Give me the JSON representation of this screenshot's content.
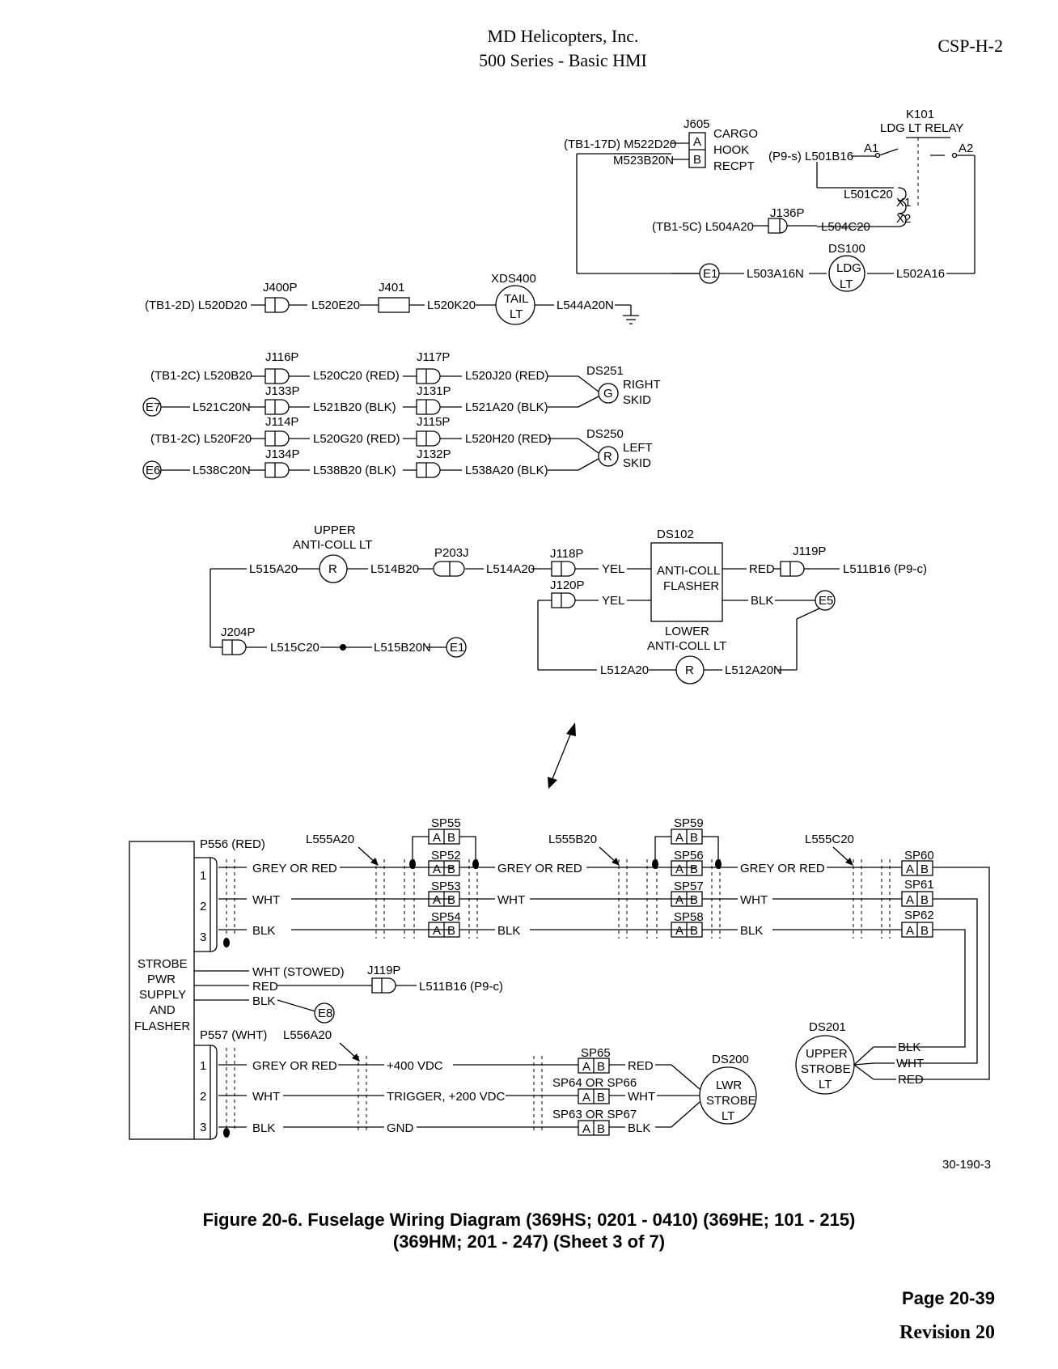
{
  "header": {
    "company": "MD Helicopters, Inc.",
    "series": "500 Series - Basic HMI",
    "doc_id": "CSP-H-2"
  },
  "figure": {
    "caption_line1": "Figure  20-6.  Fuselage Wiring Diagram (369HS; 0201 - 0410) (369HE; 101 - 215)",
    "caption_line2": "(369HM; 201 - 247) (Sheet 3 of 7)",
    "drawing_number": "30-190-3"
  },
  "footer": {
    "page": "Page  20-39",
    "revision": "Revision 20"
  },
  "landing_light": {
    "j605": "J605",
    "cargo": "CARGO",
    "hook": "HOOK",
    "recpt": "RECPT",
    "pin_a": "A",
    "pin_b": "B",
    "tb1_17d": "(TB1-17D) M522D20",
    "m523": "M523B20N",
    "k101": "K101",
    "relay": "LDG LT RELAY",
    "a1": "A1",
    "a2": "A2",
    "p9s": "(P9-s) L501B16",
    "l501c20": "L501C20",
    "x1": "X1",
    "x2": "X2",
    "j136p": "J136P",
    "tb1_5c": "(TB1-5C) L504A20",
    "l504c20": "L504C20",
    "ds100": "DS100",
    "ldg": "LDG",
    "lt": "LT",
    "e1": "E1",
    "l503a16n": "L503A16N",
    "l502a16": "L502A16"
  },
  "tail_light": {
    "j400p": "J400P",
    "j401": "J401",
    "xds400": "XDS400",
    "tb1_2d": "(TB1-2D) L520D20",
    "l520e20": "L520E20",
    "l520k20": "L520K20",
    "tail": "TAIL",
    "lt": "LT",
    "l544a20n": "L544A20N"
  },
  "skid_lights": {
    "j116p": "J116P",
    "j117p": "J117P",
    "j133p": "J133P",
    "j131p": "J131P",
    "j114p": "J114P",
    "j115p": "J115P",
    "j134p": "J134P",
    "j132p": "J132P",
    "tb1_2c_a": "(TB1-2C) L520B20",
    "l520c20": "L520C20 (RED)",
    "l520j20": "L520J20 (RED)",
    "e7": "E7",
    "l521c20n": "L521C20N",
    "l521b20": "L521B20 (BLK)",
    "l521a20": "L521A20 (BLK)",
    "tb1_2c_b": "(TB1-2C) L520F20",
    "l520g20": "L520G20 (RED)",
    "l520h20": "L520H20 (RED)",
    "e6": "E6",
    "l538c20n": "L538C20N",
    "l538b20": "L538B20 (BLK)",
    "l538a20": "L538A20 (BLK)",
    "ds251": "DS251",
    "g": "G",
    "right": "RIGHT",
    "skid_r": "SKID",
    "ds250": "DS250",
    "r": "R",
    "left": "LEFT",
    "skid_l": "SKID"
  },
  "anticoll": {
    "upper": "UPPER",
    "upper2": "ANTI-COLL LT",
    "r_upper": "R",
    "l515a20": "L515A20",
    "l514b20": "L514B20",
    "p203j": "P203J",
    "l514a20": "L514A20",
    "j118p": "J118P",
    "j120p": "J120P",
    "yel1": "YEL",
    "yel2": "YEL",
    "ds102": "DS102",
    "flasher1": "ANTI-COLL",
    "flasher2": "FLASHER",
    "red": "RED",
    "blk": "BLK",
    "j119p": "J119P",
    "l511b16": "L511B16 (P9-c)",
    "e5": "E5",
    "lower1": "LOWER",
    "lower2": "ANTI-COLL LT",
    "j204p": "J204P",
    "l515c20": "L515C20",
    "l515b20n": "L515B20N",
    "e1": "E1",
    "l512a20": "L512A20",
    "r_lower": "R",
    "l512a20n": "L512A20N"
  },
  "strobe": {
    "p556": "P556 (RED)",
    "l555a20": "L555A20",
    "l555b20": "L555B20",
    "l555c20": "L555C20",
    "pin1": "1",
    "pin2": "2",
    "pin3": "3",
    "grey_red_a": "GREY OR RED",
    "grey_red_b": "GREY OR  RED",
    "grey_red_c": "GREY OR RED",
    "wht_a": "WHT",
    "wht_b": "WHT",
    "wht_c": "WHT",
    "blk_a": "BLK",
    "blk_b": "BLK",
    "blk_c": "BLK",
    "sp55": "SP55",
    "sp52": "SP52",
    "sp53": "SP53",
    "sp54": "SP54",
    "sp59": "SP59",
    "sp56": "SP56",
    "sp57": "SP57",
    "sp58": "SP58",
    "sp60": "SP60",
    "sp61": "SP61",
    "sp62": "SP62",
    "pin_a": "A",
    "pin_b": "B",
    "supply1": "STROBE",
    "supply2": "PWR",
    "supply3": "SUPPLY",
    "supply4": "AND",
    "supply5": "FLASHER",
    "wht_stowed": "WHT (STOWED)",
    "red": "RED",
    "blk": "BLK",
    "e8": "E8",
    "j119p": "J119P",
    "l511b16": "L511B16 (P9-c)",
    "ds201": "DS201",
    "upper1": "UPPER",
    "upper2": "STROBE",
    "upper3": "LT",
    "ds201_blk": "BLK",
    "ds201_wht": "WHT",
    "ds201_red": "RED",
    "p557": "P557 (WHT)",
    "l556a20": "L556A20",
    "lw_grey_red": "GREY OR RED",
    "lw_wht": "WHT",
    "lw_blk": "BLK",
    "v400": "+400 VDC",
    "trigger": "TRIGGER, +200 VDC",
    "gnd": "GND",
    "sp65": "SP65",
    "sp64": "SP64 OR SP66",
    "sp63": "SP63 OR SP67",
    "out_red": "RED",
    "out_wht": "WHT",
    "out_blk": "BLK",
    "ds200": "DS200",
    "lwr1": "LWR",
    "lwr2": "STROBE",
    "lwr3": "LT"
  }
}
